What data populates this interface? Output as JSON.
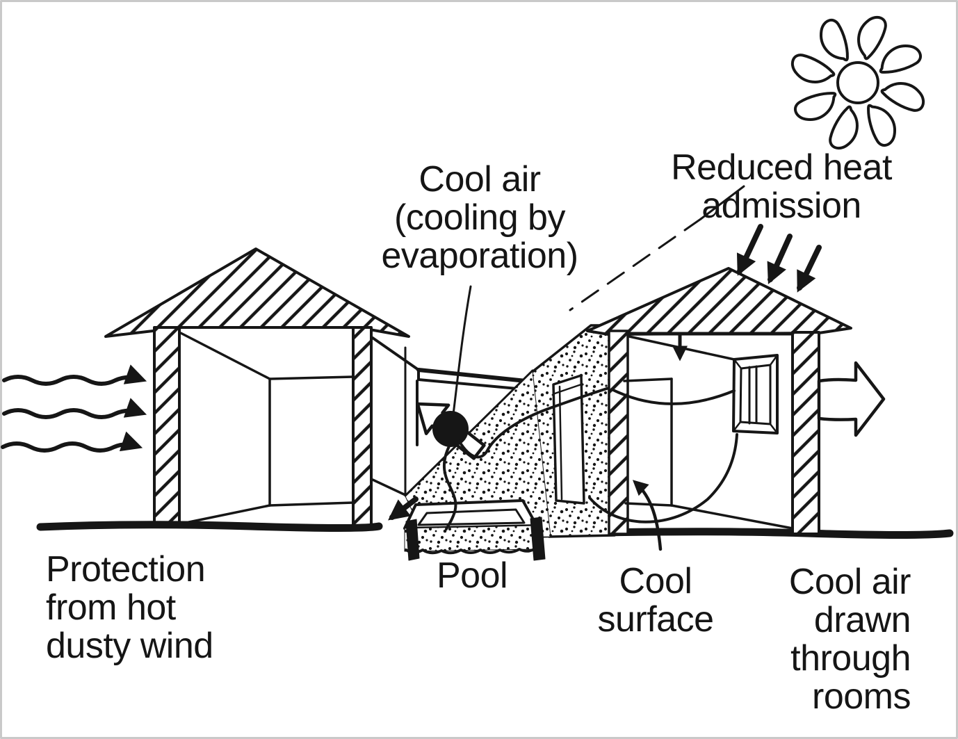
{
  "diagram": {
    "subject": "courtyard-evaporative-cooling-diagram"
  },
  "labels": {
    "cool_air": {
      "line1": "Cool air",
      "line2": "(cooling by",
      "line3": "evaporation)"
    },
    "reduced_heat": {
      "line1": "Reduced heat",
      "line2": "admission"
    },
    "protection": {
      "line1": "Protection",
      "line2": "from hot",
      "line3": "dusty wind"
    },
    "pool": {
      "text": "Pool"
    },
    "cool_surface": {
      "line1": "Cool",
      "line2": "surface"
    },
    "cool_air_drawn": {
      "line1": "Cool air",
      "line2": "drawn",
      "line3": "through",
      "line4": "rooms"
    }
  },
  "icons": {
    "sun": "sun-icon",
    "wind": "wavy-wind-arrows",
    "heat": "heat-admission-arrows",
    "exit": "air-exit-arrow"
  },
  "colors": {
    "ink": "#161616",
    "background": "#ffffff",
    "border": "#c9c9c9"
  }
}
